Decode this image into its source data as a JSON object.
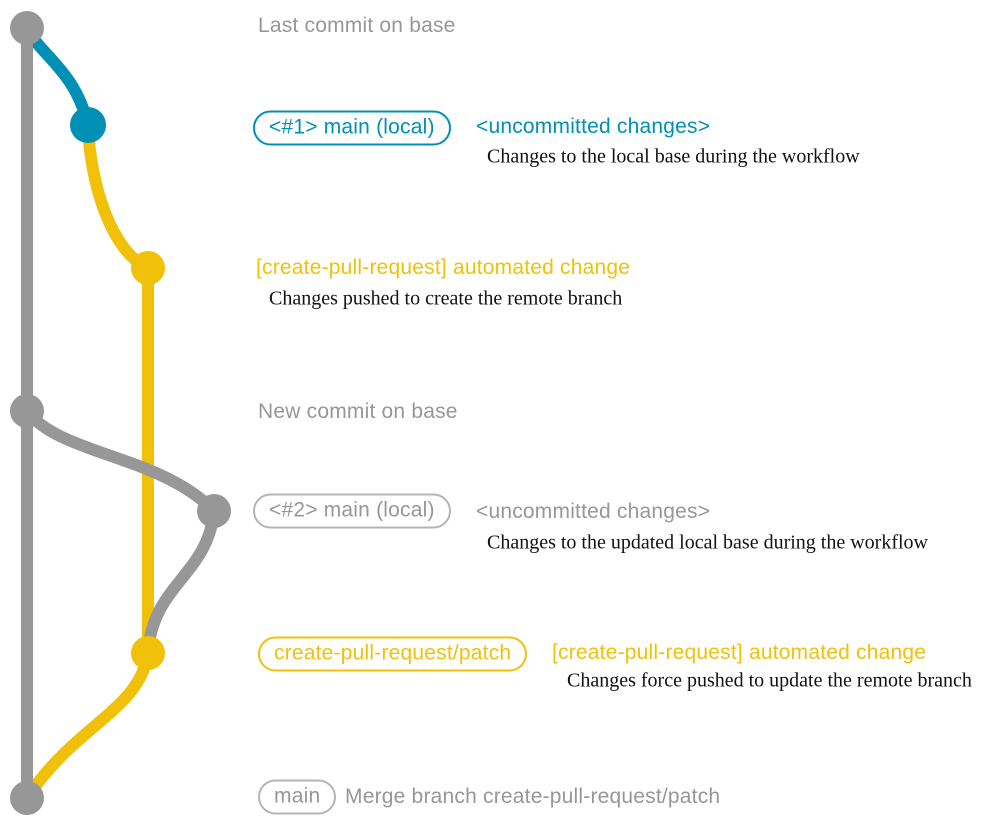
{
  "colors": {
    "base_gray": "#979797",
    "branch_blue": "#008fb5",
    "branch_yellow": "#f1c109",
    "description_text": "#111111",
    "gray_badge_border": "#b5b5b5",
    "background": "#ffffff"
  },
  "rows": {
    "last_commit": {
      "message": "Last commit on base"
    },
    "uncommitted_1": {
      "branch_label": "<#1> main (local)",
      "message": "<uncommitted changes>",
      "description": "Changes to the local base during the workflow"
    },
    "automated_1": {
      "message": "[create-pull-request] automated change",
      "description": "Changes pushed to create the remote branch"
    },
    "new_commit": {
      "message": "New commit on base"
    },
    "uncommitted_2": {
      "branch_label": "<#2> main (local)",
      "message": "<uncommitted changes>",
      "description": "Changes to the updated local base during the workflow"
    },
    "automated_2": {
      "branch_label": "create-pull-request/patch",
      "message": "[create-pull-request] automated change",
      "description": "Changes force pushed to update the remote branch"
    },
    "merge": {
      "branch_label": "main",
      "message": "Merge branch create-pull-request/patch"
    }
  }
}
